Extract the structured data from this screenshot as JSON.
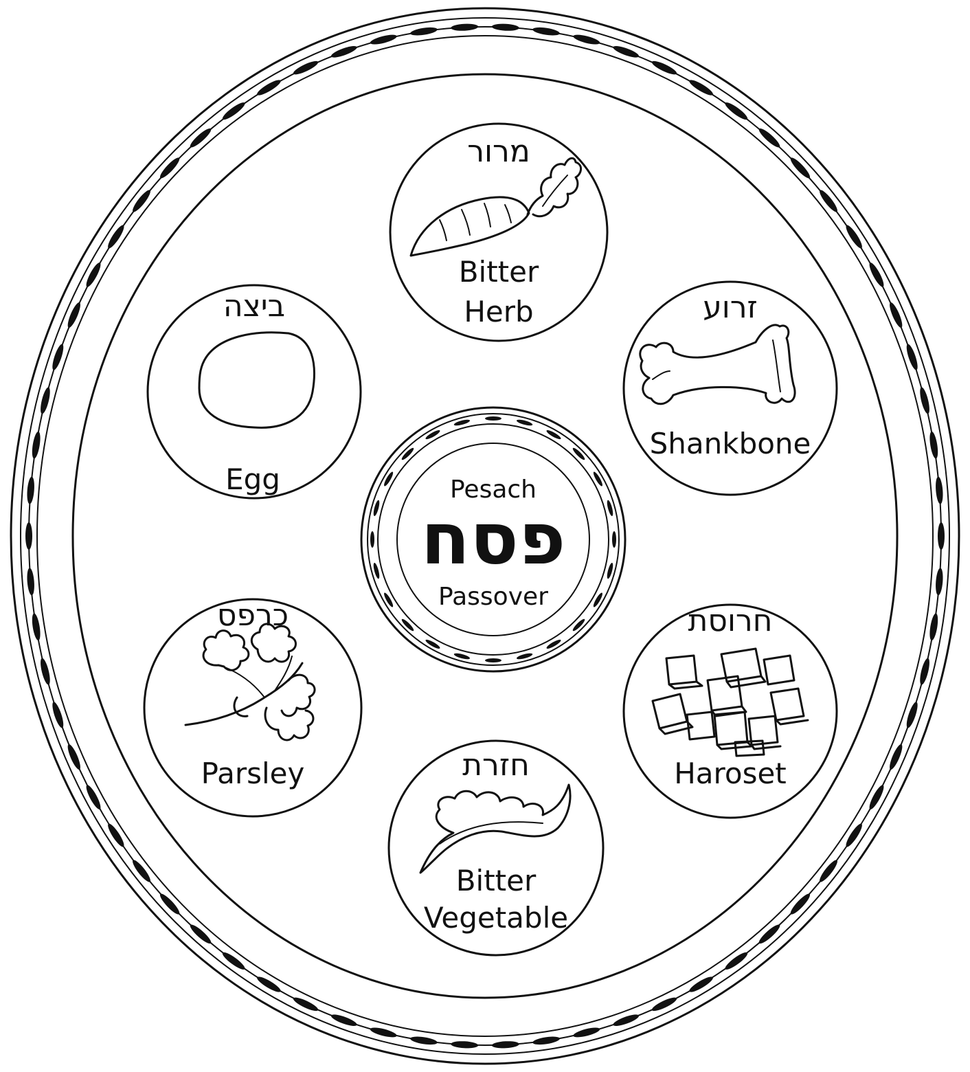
{
  "plate": {
    "center": {
      "top_label": "Pesach",
      "hebrew": "פסח",
      "bottom_label": "Passover"
    },
    "items": [
      {
        "id": "maror",
        "hebrew": "מרור",
        "english_line1": "Bitter",
        "english_line2": "Herb",
        "icon": "carrot-icon"
      },
      {
        "id": "zeroa",
        "hebrew": "זרוע",
        "english_line1": "Shankbone",
        "english_line2": "",
        "icon": "bone-icon"
      },
      {
        "id": "charoset",
        "hebrew": "חרוסת",
        "english_line1": "Haroset",
        "english_line2": "",
        "icon": "cubes-icon"
      },
      {
        "id": "chazeret",
        "hebrew": "חזרת",
        "english_line1": "Bitter",
        "english_line2": "Vegetable",
        "icon": "lettuce-icon"
      },
      {
        "id": "karpas",
        "hebrew": "כרפס",
        "english_line1": "Parsley",
        "english_line2": "",
        "icon": "parsley-icon"
      },
      {
        "id": "beitzah",
        "hebrew": "ביצה",
        "english_line1": "Egg",
        "english_line2": "",
        "icon": "egg-icon"
      }
    ]
  }
}
